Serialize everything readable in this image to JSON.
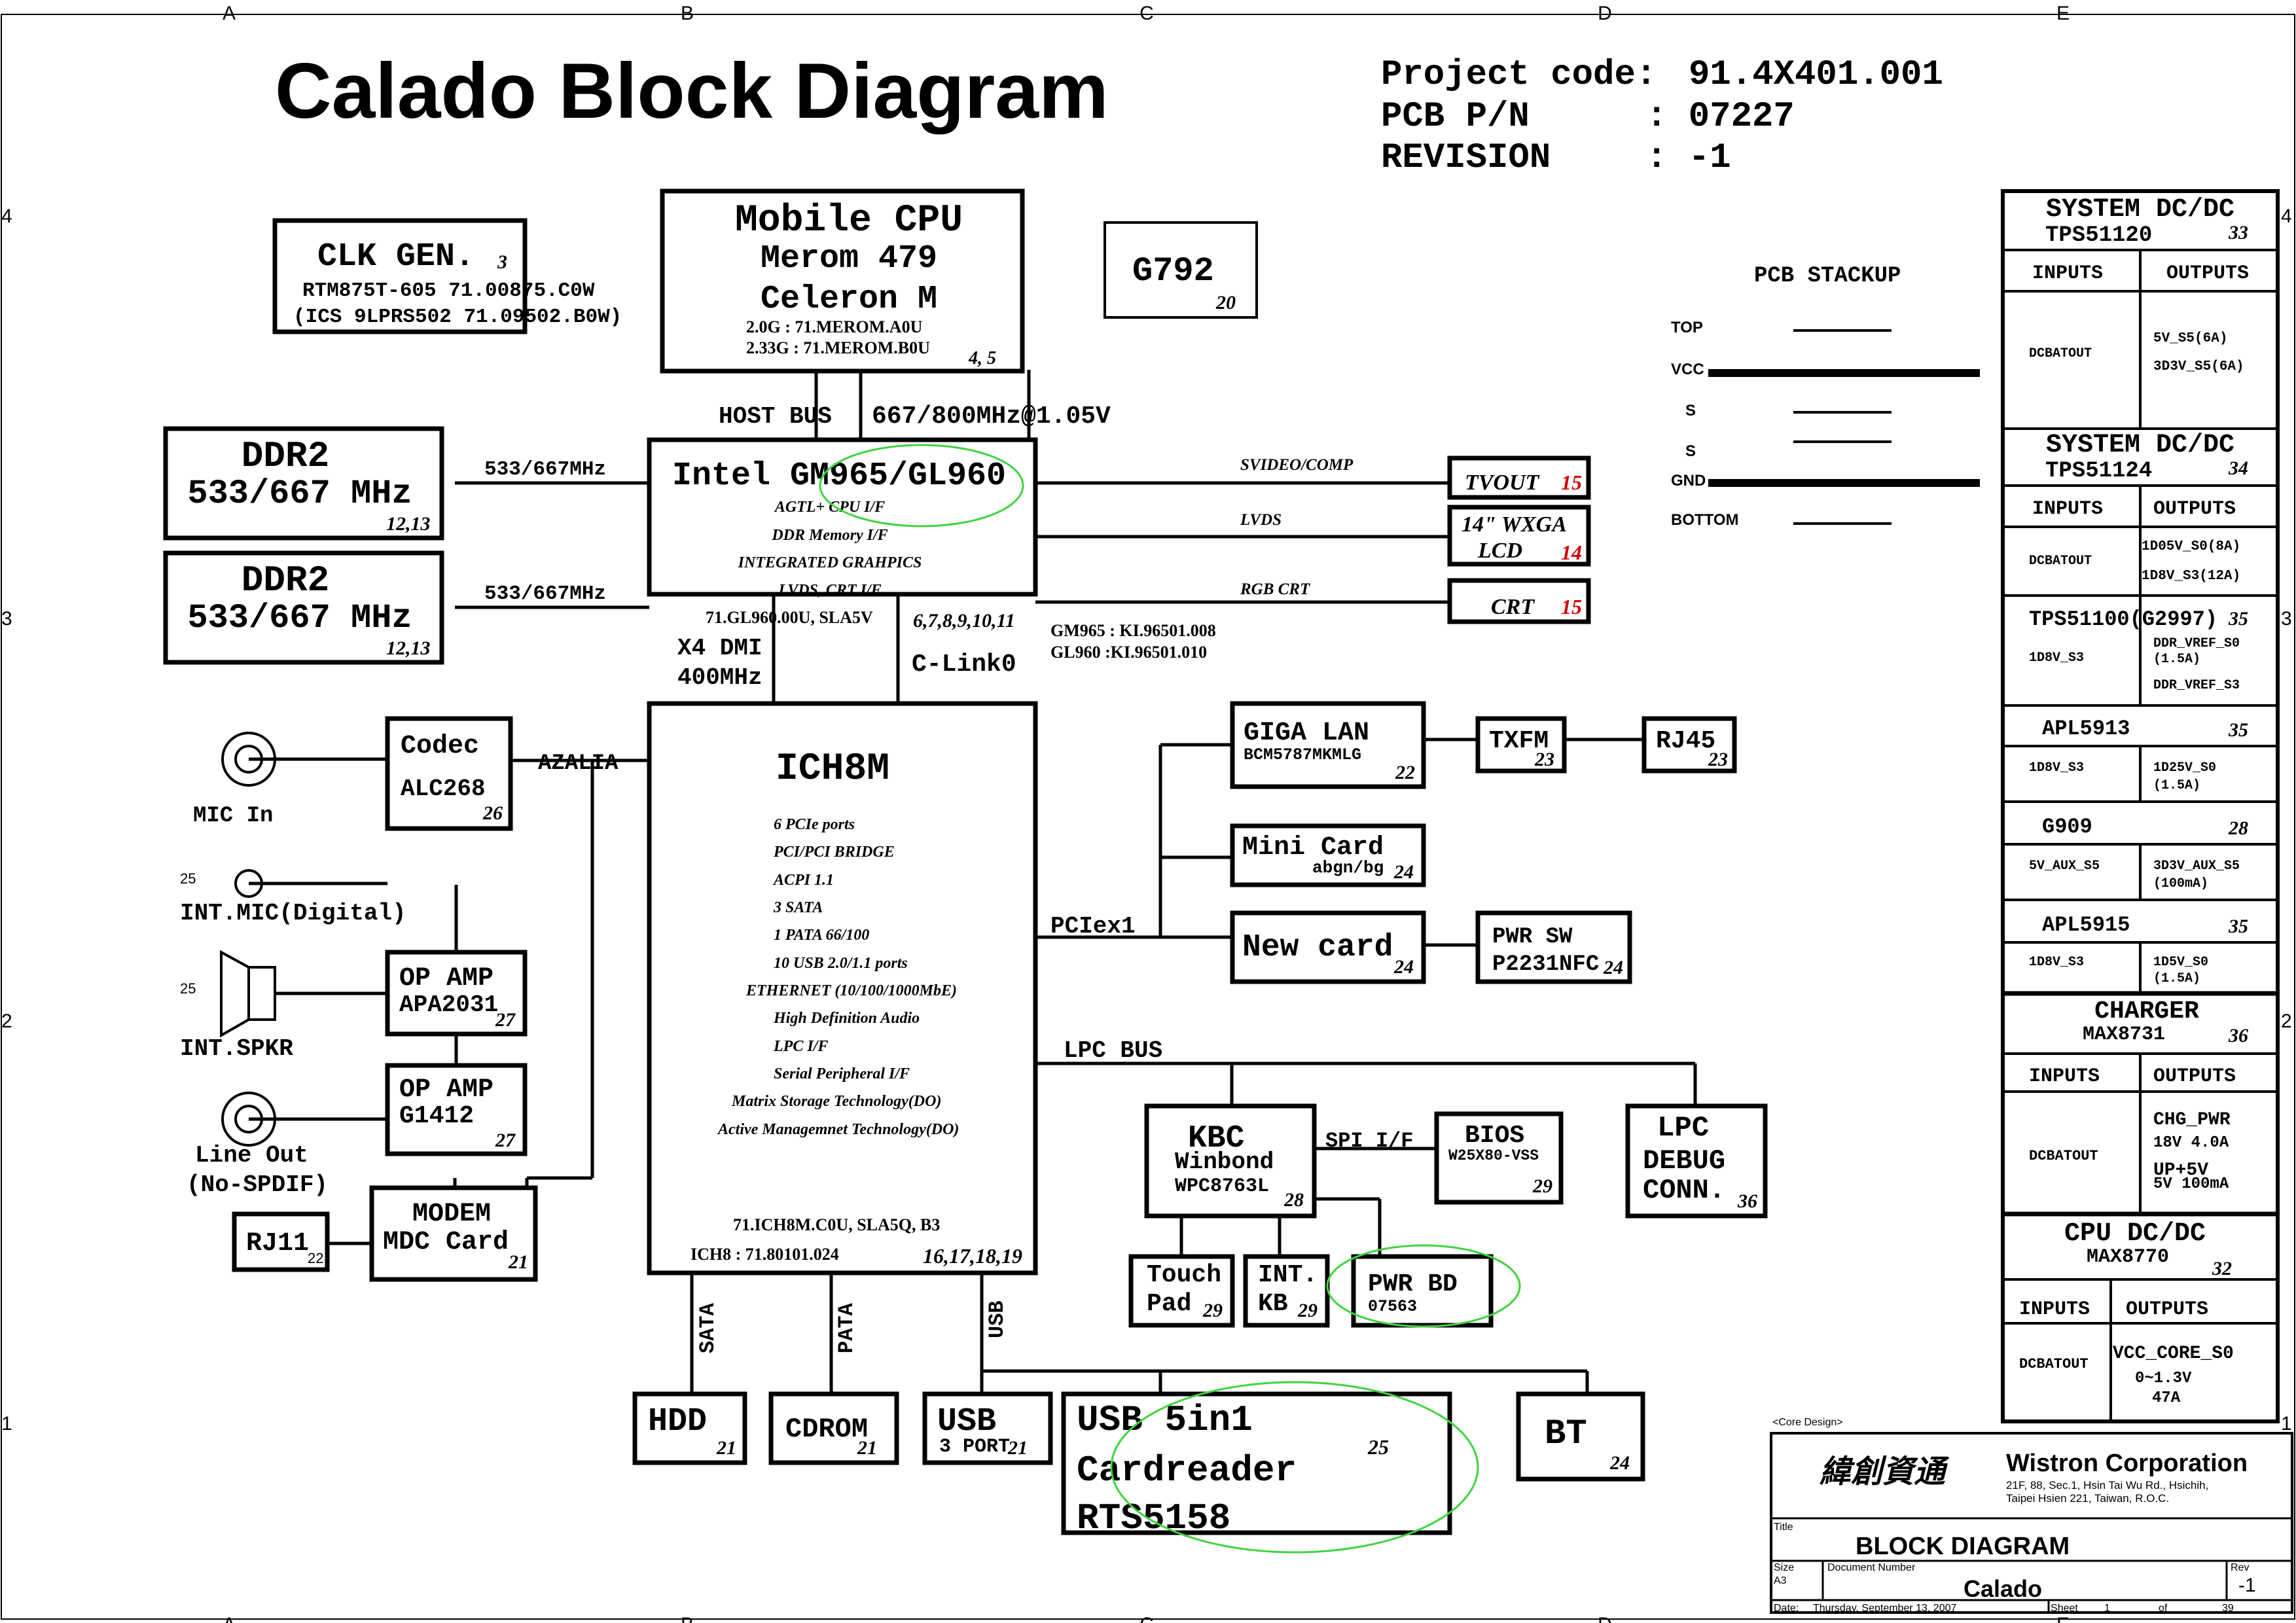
{
  "title": "Calado Block Diagram",
  "project": {
    "code_label": "Project code:",
    "code_value": "91.4X401.001",
    "pcb_label": "PCB P/N",
    "pcb_value": ": 07227",
    "rev_label": "REVISION",
    "rev_value": ": -1"
  },
  "grid": {
    "cols": [
      "A",
      "B",
      "C",
      "D",
      "E"
    ],
    "rows": [
      "4",
      "3",
      "2",
      "1"
    ]
  },
  "clk": {
    "title": "CLK GEN.",
    "page": "3",
    "l1": "RTM875T-605 71.00875.C0W",
    "l2": "(ICS 9LPRS502 71.09502.B0W)"
  },
  "cpu": {
    "title": "Mobile CPU",
    "l1": "Merom 479",
    "l2": "Celeron M",
    "l3": "2.0G : 71.MEROM.A0U",
    "l4": "2.33G : 71.MEROM.B0U",
    "page": "4, 5"
  },
  "g792": {
    "title": "G792",
    "page": "20"
  },
  "host_bus": {
    "label": "HOST BUS",
    "speed": "667/800MHz@1.05V"
  },
  "ddr_a": {
    "l1": "DDR2",
    "l2": "533/667 MHz",
    "page": "12,13",
    "bus": "533/667MHz"
  },
  "ddr_b": {
    "l1": "DDR2",
    "l2": "533/667 MHz",
    "page": "12,13",
    "bus": "533/667MHz"
  },
  "gmch": {
    "title": "Intel GM965/GL960",
    "features": [
      "AGTL+ CPU I/F",
      "DDR Memory I/F",
      "INTEGRATED GRAHPICS",
      "LVDS, CRT I/F"
    ],
    "part": "71.GL960.00U, SLA5V",
    "page": "6,7,8,9,10,11",
    "note1": "GM965 : KI.96501.008",
    "note2": "GL960 :KI.96501.010"
  },
  "video": {
    "svideo": "SVIDEO/COMP",
    "lvds": "LVDS",
    "rgb": "RGB CRT",
    "tvout": "TVOUT",
    "tvout_page": "15",
    "lcd1": "14\" WXGA",
    "lcd2": "LCD",
    "lcd_page": "14",
    "crt": "CRT",
    "crt_page": "15"
  },
  "links": {
    "dmi1": "X4 DMI",
    "dmi2": "400MHz",
    "clink": "C-Link0",
    "azalia": "AZALIA",
    "pciex": "PCIex1",
    "lpc": "LPC BUS",
    "spi": "SPI I/F"
  },
  "ich": {
    "title": "ICH8M",
    "features": [
      "6 PCIe ports",
      "PCI/PCI BRIDGE",
      "ACPI 1.1",
      "3 SATA",
      "1 PATA 66/100",
      "10 USB 2.0/1.1 ports",
      "ETHERNET (10/100/1000MbE)",
      "High Definition Audio",
      "LPC I/F",
      "Serial Peripheral I/F",
      "Matrix Storage Technology(DO)",
      "Active Managemnet Technology(DO)"
    ],
    "part": "71.ICH8M.C0U, SLA5Q, B3",
    "part2": "ICH8 : 71.80101.024",
    "page": "16,17,18,19"
  },
  "audio": {
    "codec": "Codec",
    "codec_part": "ALC268",
    "codec_page": "26",
    "mic": "MIC In",
    "intmic_page": "25",
    "intmic": "INT.MIC(Digital)",
    "spk_page": "25",
    "spk": "INT.SPKR",
    "amp1": "OP AMP",
    "amp1_part": "APA2031",
    "amp1_page": "27",
    "amp2": "OP AMP",
    "amp2_part": "G1412",
    "amp2_page": "27",
    "lineout1": "Line Out",
    "lineout2": "(No-SPDIF)",
    "modem1": "MODEM",
    "modem2": "MDC Card",
    "modem_page": "21",
    "rj11": "RJ11",
    "rj11_page": "22"
  },
  "net": {
    "lan": "GIGA LAN",
    "lan_part": "BCM5787MKMLG",
    "lan_page": "22",
    "txfm": "TXFM",
    "txfm_page": "23",
    "rj45": "RJ45",
    "rj45_page": "23",
    "mini": "Mini Card",
    "mini_sub": "abgn/bg",
    "mini_page": "24",
    "newcard": "New card",
    "newcard_page": "24",
    "pwrsw1": "PWR SW",
    "pwrsw2": "P2231NFC",
    "pwrsw_page": "24"
  },
  "lpcdev": {
    "kbc": "KBC",
    "kbc2": "Winbond",
    "kbc3": "WPC8763L",
    "kbc_page": "28",
    "bios": "BIOS",
    "bios2": "W25X80-VSS",
    "bios_page": "29",
    "debug1": "LPC",
    "debug2": "DEBUG",
    "debug3": "CONN.",
    "debug_page": "36",
    "touch1": "Touch",
    "touch2": "Pad",
    "touch_page": "29",
    "kb1": "INT.",
    "kb2": "KB",
    "kb_page": "29",
    "pwrbd": "PWR BD",
    "pwrbd2": "07563"
  },
  "storage": {
    "sata": "SATA",
    "pata": "PATA",
    "usb": "USB",
    "hdd": "HDD",
    "hdd_page": "21",
    "cdrom": "CDROM",
    "cdrom_page": "21",
    "usbport": "USB",
    "usbport2": "3 PORT",
    "usbport_page": "21",
    "card1": "USB 5in1",
    "card2": "Cardreader",
    "card3": "RTS5158",
    "card_page": "25",
    "bt": "BT",
    "bt_page": "24"
  },
  "stackup": {
    "title": "PCB STACKUP",
    "layers": [
      "TOP",
      "VCC",
      "S",
      "S",
      "GND",
      "BOTTOM"
    ]
  },
  "power": {
    "inputs": "INPUTS",
    "outputs": "OUTPUTS",
    "sys1": "SYSTEM DC/DC",
    "sys1_part": "TPS51120",
    "sys1_page": "33",
    "sys1_in": "DCBATOUT",
    "sys1_o1": "5V_S5(6A)",
    "sys1_o2": "3D3V_S5(6A)",
    "sys2": "SYSTEM DC/DC",
    "sys2_part": "TPS51124",
    "sys2_page": "34",
    "sys2_in": "DCBATOUT",
    "sys2_o1": "1D05V_S0(8A)",
    "sys2_o2": "1D8V_S3(12A)",
    "tps": "TPS51100(G2997)",
    "tps_page": "35",
    "tps_in": "1D8V_S3",
    "tps_o1": "DDR_VREF_S0",
    "tps_o2": "(1.5A)",
    "tps_o3": "DDR_VREF_S3",
    "apl1": "APL5913",
    "apl1_page": "35",
    "apl1_in": "1D8V_S3",
    "apl1_o1": "1D25V_S0",
    "apl1_o2": "(1.5A)",
    "g909": "G909",
    "g909_page": "28",
    "g909_in": "5V_AUX_S5",
    "g909_o1": "3D3V_AUX_S5",
    "g909_o2": "(100mA)",
    "apl2": "APL5915",
    "apl2_page": "35",
    "apl2_in": "1D8V_S3",
    "apl2_o1": "1D5V_S0",
    "apl2_o2": "(1.5A)",
    "chg": "CHARGER",
    "chg_part": "MAX8731",
    "chg_page": "36",
    "chg_in": "DCBATOUT",
    "chg_o1": "CHG_PWR",
    "chg_o2": "18V   4.0A",
    "chg_o3": "UP+5V",
    "chg_o4": "5V   100mA",
    "cpu": "CPU DC/DC",
    "cpu_part": "MAX8770",
    "cpu_page": "32",
    "cpu_in": "DCBATOUT",
    "cpu_o1": "VCC_CORE_S0",
    "cpu_o2": "0~1.3V",
    "cpu_o3": "47A"
  },
  "titleblock": {
    "core": "<Core Design>",
    "chinese": "緯創資通",
    "company": "Wistron Corporation",
    "addr1": "21F, 88, Sec.1, Hsin Tai Wu Rd., Hsichih,",
    "addr2": "Taipei Hsien 221, Taiwan, R.O.C.",
    "title_label": "Title",
    "title": "BLOCK DIAGRAM",
    "size_label": "Size",
    "size": "A3",
    "docnum_label": "Document Number",
    "docnum": "Calado",
    "rev_label": "Rev",
    "rev": "-1",
    "date_label": "Date:",
    "date": "Thursday, September 13, 2007",
    "sheet_label": "Sheet",
    "sheet": "1",
    "of": "of",
    "total": "39"
  }
}
